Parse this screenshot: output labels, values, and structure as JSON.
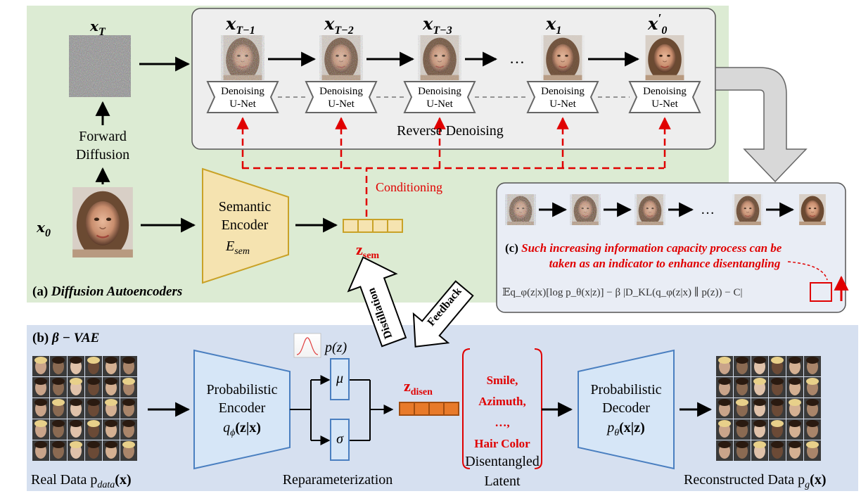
{
  "panel_a": {
    "label_prefix": "(a)",
    "label_title": "Diffusion Autoencoders",
    "x_T": "𝒙",
    "x_T_sub": "T",
    "x_0": "𝒙",
    "x_0_sub": "0",
    "forward_line1": "Forward",
    "forward_line2": "Diffusion",
    "encoder_line1": "Semantic",
    "encoder_line2": "Encoder",
    "encoder_symbol": "E",
    "encoder_symbol_sub": "sem",
    "z_sem": "z",
    "z_sem_sub": "sem",
    "conditioning": "Conditioning",
    "reverse_label": "Reverse Denoising",
    "unet_line1": "Denoising",
    "unet_line2": "U-Net",
    "ellipsis": "…",
    "x_labels": [
      {
        "base": "𝒙",
        "sub": "T−1",
        "prime": ""
      },
      {
        "base": "𝒙",
        "sub": "T−2",
        "prime": ""
      },
      {
        "base": "𝒙",
        "sub": "T−3",
        "prime": ""
      },
      {
        "base": "𝒙",
        "sub": "1",
        "prime": ""
      },
      {
        "base": "𝒙",
        "sub": "0",
        "prime": "′"
      }
    ],
    "noise_levels": [
      0.78,
      0.62,
      0.46,
      0.2,
      0.0
    ]
  },
  "panel_c": {
    "label_prefix": "(c)",
    "line1": "Such increasing information capacity process can be",
    "line2": "taken as an indicator to enhance disentangling",
    "formula": "𝔼q_φ(z|x)[log p_θ(x|z)] − β |D_KL(q_φ(z|x) ∥ p(z)) − C|",
    "noise_levels": [
      0.85,
      0.68,
      0.5,
      0.22,
      0.0
    ]
  },
  "panel_b": {
    "label_prefix": "(b)",
    "label_title": "β − VAE",
    "real_data": "Real Data p",
    "real_data_sub": "data",
    "real_data_arg": "(x)",
    "prob_encoder_line1": "Probabilistic",
    "prob_encoder_line2": "Encoder",
    "prob_encoder_symbol": "q",
    "prob_encoder_symbol_sub": "ϕ",
    "prob_encoder_arg": "(z|x)",
    "pz": "p(z)",
    "mu": "μ",
    "sigma": "σ",
    "reparam": "Reparameterization",
    "z_disen": "z",
    "z_disen_sub": "disen",
    "attributes": [
      "Smile,",
      "Azimuth,",
      "…,",
      "Hair Color"
    ],
    "disentangled_line1": "Disentangled",
    "disentangled_line2": "Latent",
    "prob_decoder_line1": "Probabilistic",
    "prob_decoder_line2": "Decoder",
    "prob_decoder_symbol": "p",
    "prob_decoder_symbol_sub": "θ",
    "prob_decoder_arg": "(x|z)",
    "reconstructed": "Reconstructed Data p",
    "reconstructed_sub": "g",
    "reconstructed_arg": "(x)"
  },
  "arrows": {
    "distillation": "Distillation",
    "feedback": "Feedback"
  },
  "colors": {
    "panel_a_bg": "#dcebd3",
    "panel_b_bg": "#d6e0f0",
    "panel_box": "#eeeeee",
    "encoder_gold": "#f5e3b0",
    "encoder_gold_stroke": "#c9a227",
    "vae_blue": "#d6e6f7",
    "vae_blue_stroke": "#4a7fc0",
    "red": "#e00000",
    "latent_orange": "#e87a2a"
  }
}
